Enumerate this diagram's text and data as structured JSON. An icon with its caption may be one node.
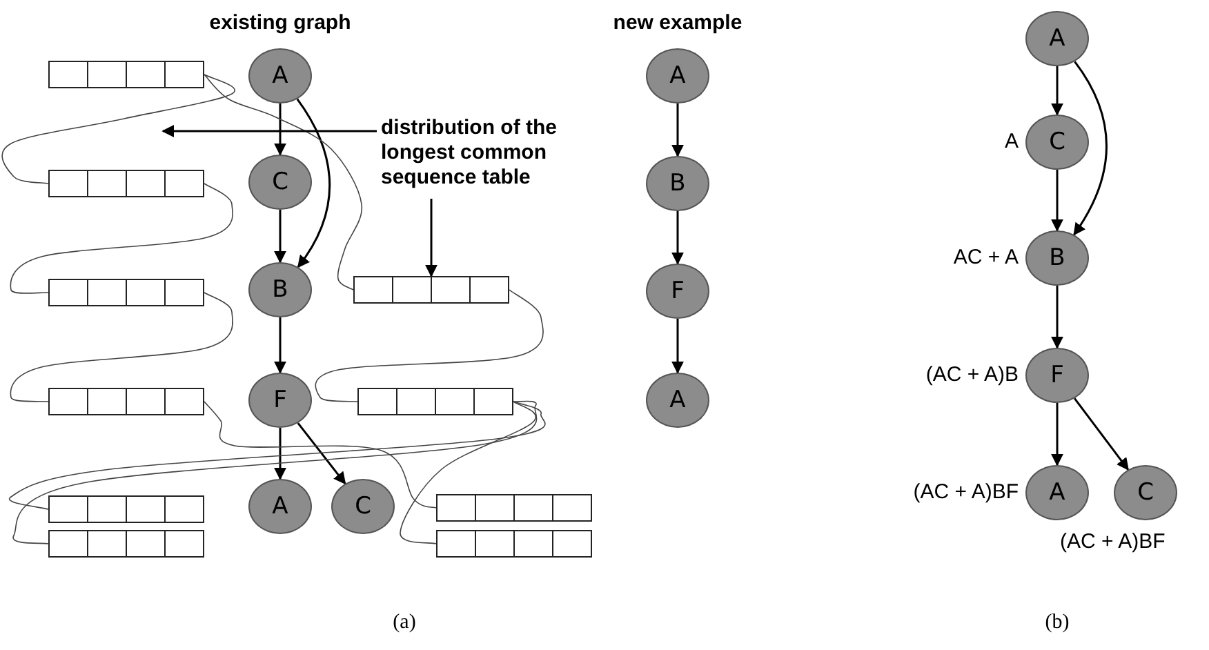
{
  "diagram": {
    "nodes": [
      {
        "text": [
          "A"
        ]
      },
      {
        "text": [
          "C"
        ]
      },
      {
        "text": [
          "B"
        ]
      },
      {
        "text": [
          "F"
        ]
      },
      {
        "text": [
          "A"
        ]
      },
      {
        "text": [
          "C"
        ]
      },
      {
        "text": [],
        "shape": "table"
      },
      {
        "text": [],
        "shape": "table"
      },
      {
        "text": [],
        "shape": "table"
      },
      {
        "text": [],
        "shape": "table"
      },
      {
        "text": [],
        "shape": "table"
      },
      {
        "text": [],
        "shape": "table"
      },
      {
        "text": [],
        "shape": "table"
      },
      {
        "text": [],
        "shape": "table"
      },
      {
        "text": [],
        "shape": "table"
      },
      {
        "text": [],
        "shape": "table"
      },
      {
        "text": [
          "distribution of the longest common sequence table"
        ]
      },
      {
        "text": [
          "A"
        ]
      },
      {
        "text": [
          "B"
        ]
      },
      {
        "text": [
          "F"
        ]
      },
      {
        "text": [
          "A"
        ]
      },
      {
        "text": [
          "A"
        ]
      },
      {
        "text": [
          "C"
        ],
        "beside": [
          "A"
        ]
      },
      {
        "text": [
          "B"
        ],
        "beside": [
          "AC + A"
        ]
      },
      {
        "text": [
          "F"
        ],
        "beside": [
          "(AC + A)B"
        ]
      },
      {
        "text": [
          "A"
        ],
        "beside": [
          "(AC + A)BF"
        ]
      },
      {
        "text": [
          "C"
        ],
        "beside": [
          "(AC + A)BF"
        ]
      }
    ],
    "edges": [
      {
        "from": 0,
        "to": 1,
        "arrow": "to"
      },
      {
        "from": 0,
        "to": 2,
        "arrow": "to"
      },
      {
        "from": 1,
        "to": 2,
        "arrow": "to"
      },
      {
        "from": 2,
        "to": 3,
        "arrow": "to"
      },
      {
        "from": 3,
        "to": 4,
        "arrow": "to"
      },
      {
        "from": 3,
        "to": 5,
        "arrow": "to"
      },
      {
        "from": 6,
        "to": 7,
        "arrow": "none"
      },
      {
        "from": 7,
        "to": 8,
        "arrow": "none"
      },
      {
        "from": 8,
        "to": 9,
        "arrow": "none"
      },
      {
        "from": 6,
        "to": 12,
        "arrow": "none"
      },
      {
        "from": 12,
        "to": 13,
        "arrow": "none"
      },
      {
        "from": 9,
        "to": 14,
        "arrow": "none"
      },
      {
        "from": 13,
        "to": 10,
        "arrow": "none"
      },
      {
        "from": 13,
        "to": 11,
        "arrow": "none"
      },
      {
        "from": 13,
        "to": 15,
        "arrow": "none"
      },
      {
        "from": 16,
        "to": null,
        "arrow": "to"
      },
      {
        "from": 16,
        "to": 12,
        "arrow": "to"
      },
      {
        "from": 17,
        "to": 18,
        "arrow": "to"
      },
      {
        "from": 18,
        "to": 19,
        "arrow": "to"
      },
      {
        "from": 19,
        "to": 20,
        "arrow": "to"
      },
      {
        "from": 21,
        "to": 22,
        "arrow": "to"
      },
      {
        "from": 21,
        "to": 23,
        "arrow": "to"
      },
      {
        "from": 22,
        "to": 23,
        "arrow": "to"
      },
      {
        "from": 23,
        "to": 24,
        "arrow": "to"
      },
      {
        "from": 24,
        "to": 25,
        "arrow": "to"
      },
      {
        "from": 24,
        "to": 26,
        "arrow": "to"
      }
    ],
    "labels": [
      "existing graph",
      "new example",
      "(a)",
      "(b)"
    ]
  }
}
